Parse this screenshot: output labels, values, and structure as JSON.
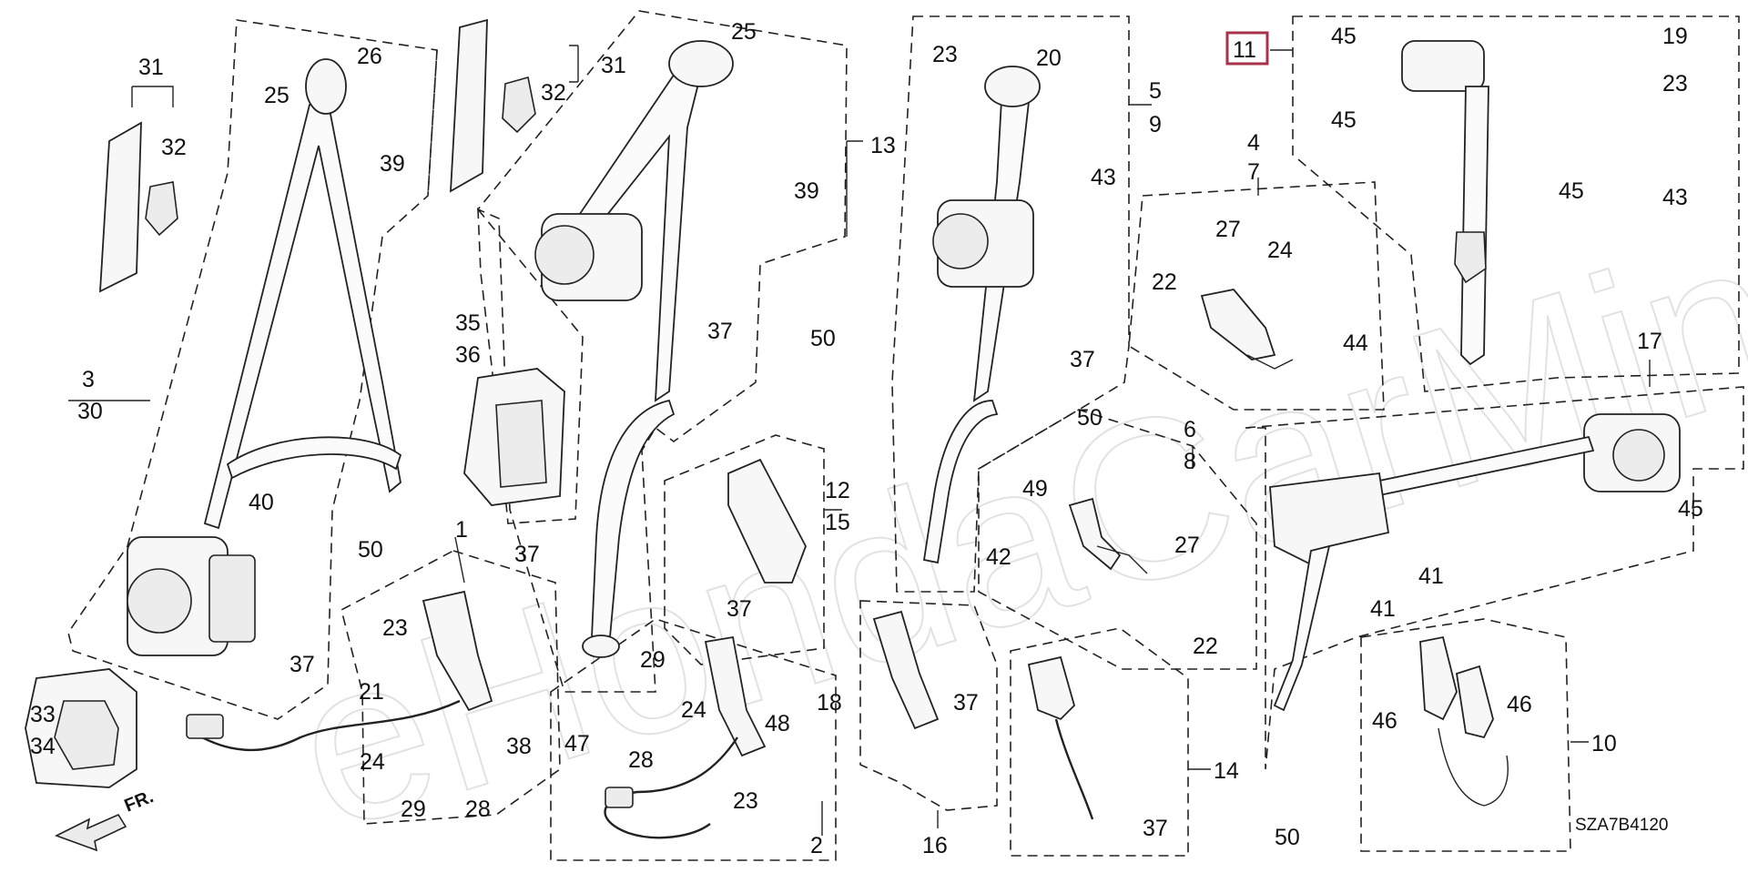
{
  "diagram": {
    "code": "SZA7B4120",
    "direction_label": "FR.",
    "highlight_label": "11",
    "watermark": "eHondaCarMine.ru",
    "callouts": {
      "c1": "1",
      "c2": "2",
      "c3": "3",
      "c30": "30",
      "c4": "4",
      "c7": "7",
      "c5": "5",
      "c9": "9",
      "c6": "6",
      "c8": "8",
      "c10": "10",
      "c12": "12",
      "c15": "15",
      "c13": "13",
      "c14": "14",
      "c16": "16",
      "c17": "17",
      "c18": "18",
      "c31a": "31",
      "c32a": "32",
      "c31b": "31",
      "c32b": "32",
      "c33": "33",
      "c34": "34",
      "c35": "35",
      "c36": "36",
      "c25a": "25",
      "c26": "26",
      "c39a": "39",
      "c25b": "25",
      "c39b": "39",
      "c23a": "23",
      "c20": "20",
      "c43a": "43",
      "c37a": "37",
      "c50a": "50",
      "c19": "19",
      "c23b": "23",
      "c45a": "45",
      "c45b": "45",
      "c43b": "43",
      "c22a": "22",
      "c27a": "27",
      "c24a": "24",
      "c44": "44",
      "c50b": "50",
      "c37b": "37",
      "c49": "49",
      "c42": "42",
      "c27b": "27",
      "c22b": "22",
      "c40": "40",
      "c50c": "50",
      "c37c": "37",
      "c37d": "37",
      "c37e": "37",
      "c23c": "23",
      "c21": "21",
      "c24b": "24",
      "c29a": "29",
      "c28a": "28",
      "c38": "38",
      "c29b": "29",
      "c24c": "24",
      "c47": "47",
      "c28b": "28",
      "c48": "48",
      "c23d": "23",
      "c37f": "37",
      "c37g": "37",
      "c45c": "45",
      "c41a": "41",
      "c41b": "41",
      "c46a": "46",
      "c46b": "46",
      "c50d": "50"
    }
  }
}
